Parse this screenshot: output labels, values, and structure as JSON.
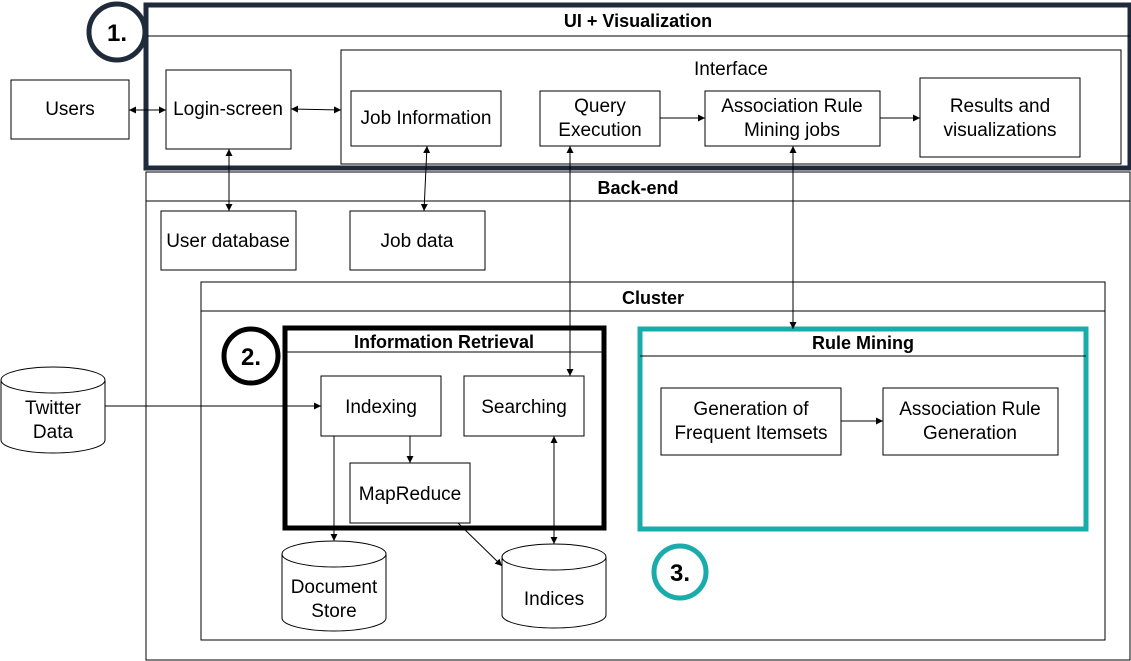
{
  "sections": {
    "ui_title": "UI + Visualization",
    "interface": "Interface",
    "backend": "Back-end",
    "cluster": "Cluster",
    "info_retrieval": "Information Retrieval",
    "rule_mining": "Rule Mining"
  },
  "numbers": {
    "n1": "1.",
    "n2": "2.",
    "n3": "3."
  },
  "boxes": {
    "users": "Users",
    "login": "Login-screen",
    "job_info": "Job Information",
    "query_l1": "Query",
    "query_l2": "Execution",
    "arm_jobs_l1": "Association Rule",
    "arm_jobs_l2": "Mining jobs",
    "results_l1": "Results and",
    "results_l2": "visualizations",
    "user_db": "User database",
    "job_data": "Job data",
    "indexing": "Indexing",
    "searching": "Searching",
    "mapreduce": "MapReduce",
    "freq_l1": "Generation of",
    "freq_l2": "Frequent Itemsets",
    "arg_l1": "Association Rule",
    "arg_l2": "Generation"
  },
  "stores": {
    "twitter_l1": "Twitter",
    "twitter_l2": "Data",
    "document_l1": "Document",
    "document_l2": "Store",
    "indices": "Indices"
  },
  "colors": {
    "navy": "#1f2a3a",
    "teal": "#1aabab",
    "black": "#000000"
  }
}
